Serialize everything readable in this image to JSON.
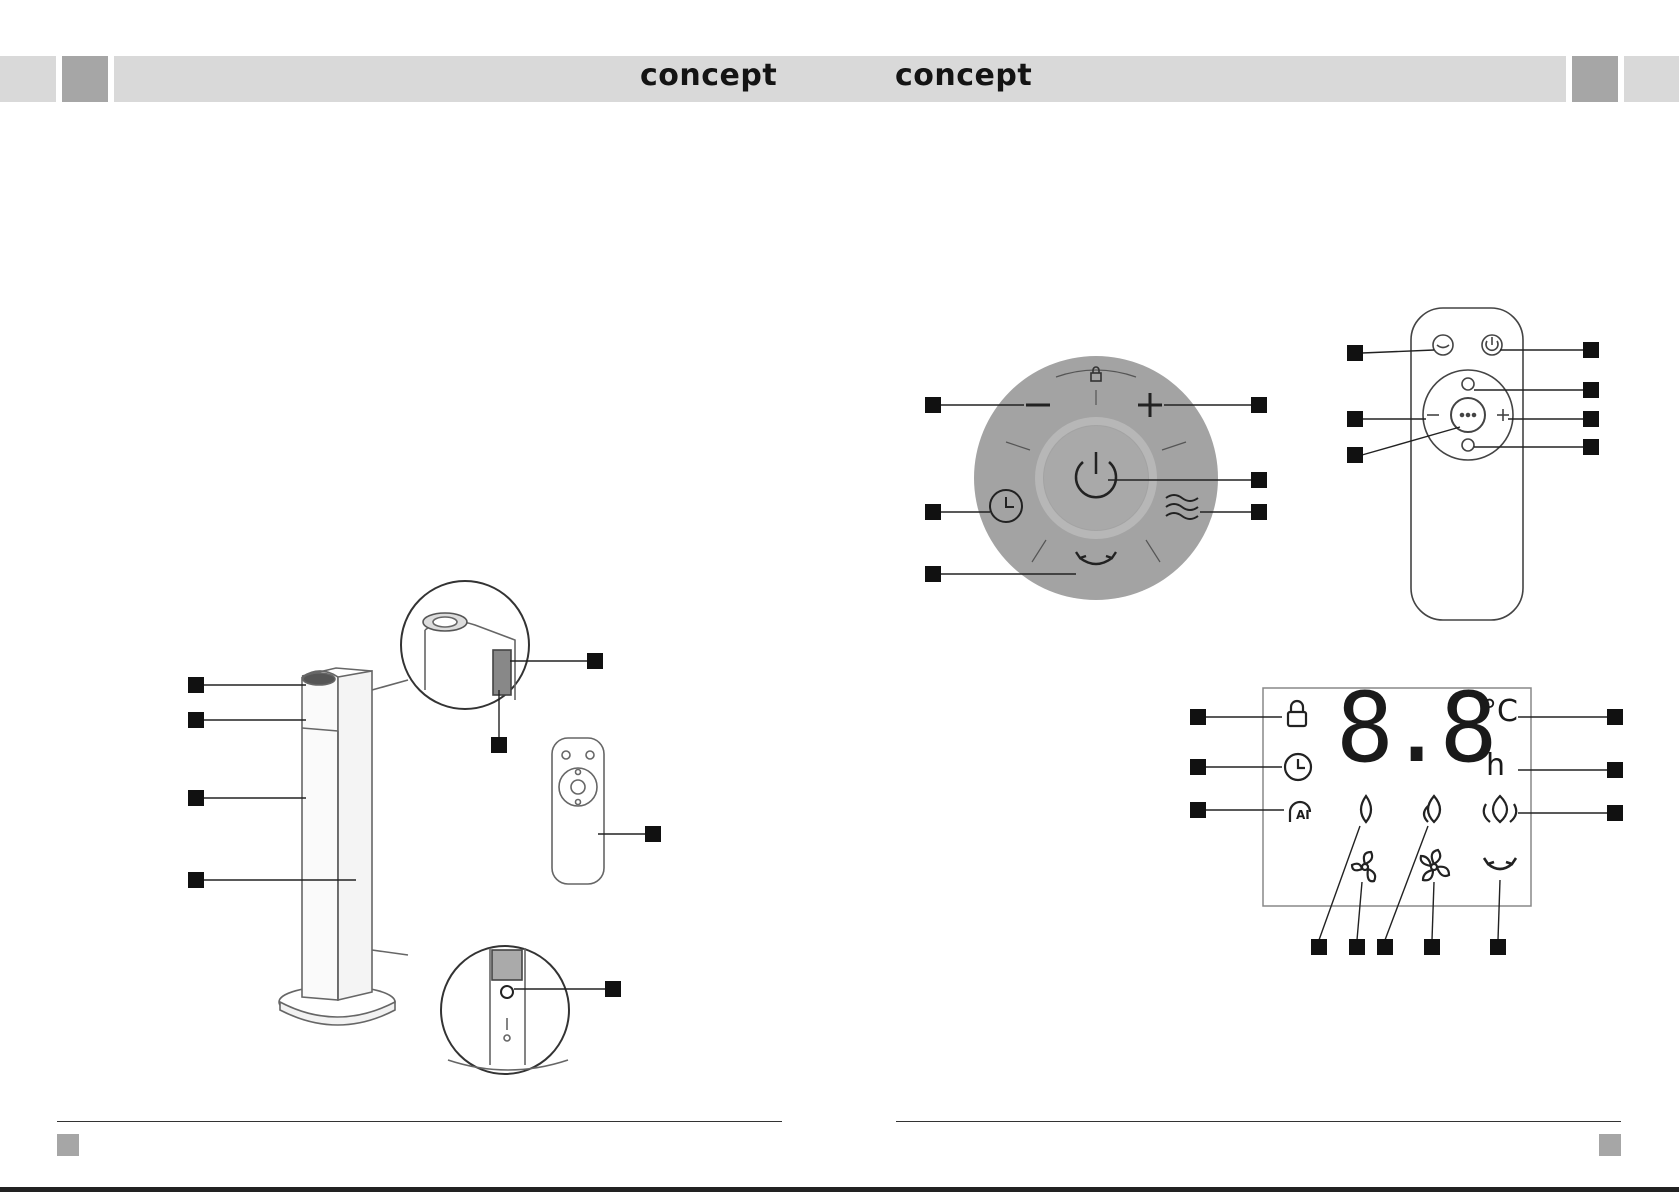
{
  "header": {
    "logo_left": "concept",
    "logo_right": "concept"
  },
  "lcd": {
    "digits": "8.8",
    "unit_celsius": "°C",
    "unit_hours": "h",
    "ai_label": "AI"
  },
  "icons": {
    "panel": [
      "lock-icon",
      "minus-icon",
      "plus-icon",
      "power-icon",
      "timer-icon",
      "heat-waves-icon",
      "oscillation-icon"
    ],
    "remote": [
      "eco-icon",
      "power-icon",
      "mode-icon",
      "minus-icon",
      "plus-icon",
      "menu-icon",
      "timer-icon"
    ],
    "lcd": [
      "lock-icon",
      "timer-icon",
      "ai-mode-icon",
      "flame-low-icon",
      "flame-medium-icon",
      "flame-high-icon",
      "fan-icon",
      "fan-high-icon",
      "oscillation-icon"
    ]
  },
  "colors": {
    "header_band": "#d9d9d9",
    "header_square": "#a6a6a6",
    "panel_disc": "#a3a3a3",
    "callout_box": "#111111"
  }
}
